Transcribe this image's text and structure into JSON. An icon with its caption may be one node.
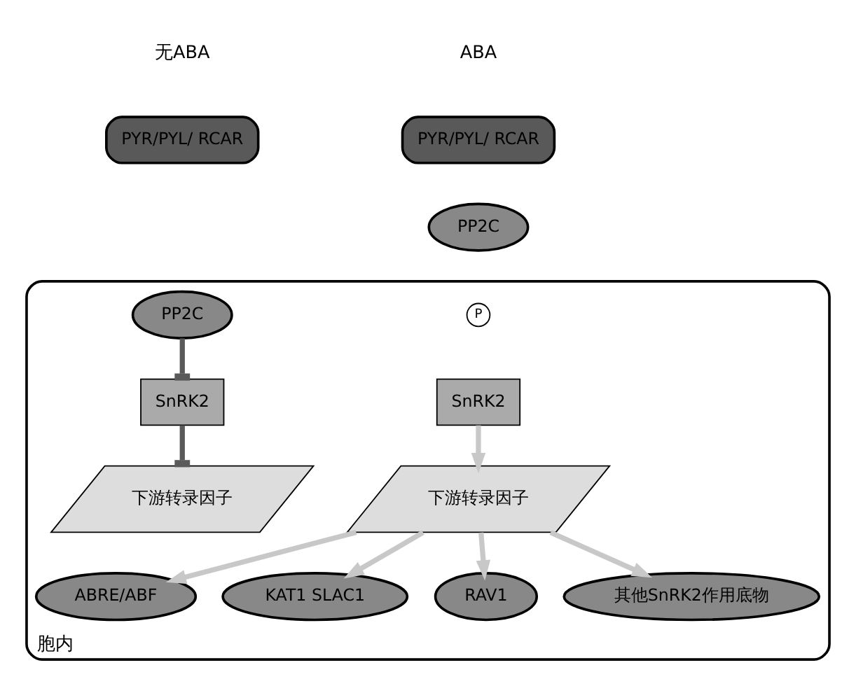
{
  "diagram": {
    "nodes": [
      {
        "text": [
          "胞内"
        ]
      },
      {
        "text": [
          "PYR/PYL/ RCAR"
        ]
      },
      {
        "text": [
          "PP2C"
        ],
        "in": 0
      },
      {
        "text": [
          "SnRK2"
        ],
        "in": 0
      },
      {
        "text": [
          "下游转录因子"
        ],
        "in": 0
      },
      {
        "text": [
          "PYR/PYL/ RCAR"
        ]
      },
      {
        "text": [
          "PP2C"
        ]
      },
      {
        "text": [
          "P"
        ],
        "in": 0
      },
      {
        "text": [
          "SnRK2"
        ],
        "in": 0
      },
      {
        "text": [
          "下游转录因子"
        ],
        "in": 0
      },
      {
        "text": [
          "ABRE/ABF"
        ],
        "in": 0
      },
      {
        "text": [
          "KAT1 SLAC1"
        ],
        "in": 0
      },
      {
        "text": [
          "RAV1"
        ],
        "in": 0
      },
      {
        "text": [
          "其他SnRK2作用底物"
        ],
        "in": 0
      }
    ],
    "edges": [
      {
        "from": 2,
        "to": 3,
        "arrow": "other",
        "color": "#5a5a5a"
      },
      {
        "from": 3,
        "to": 4,
        "arrow": "other",
        "color": "#5a5a5a"
      },
      {
        "from": 8,
        "to": 9,
        "arrow": "to"
      },
      {
        "from": 9,
        "to": 10,
        "arrow": "to"
      },
      {
        "from": 9,
        "to": 11,
        "arrow": "to"
      },
      {
        "from": 9,
        "to": 12,
        "arrow": "to"
      },
      {
        "from": 9,
        "to": 13,
        "arrow": "to"
      }
    ],
    "labels": [
      "无ABA",
      "ABA"
    ]
  }
}
